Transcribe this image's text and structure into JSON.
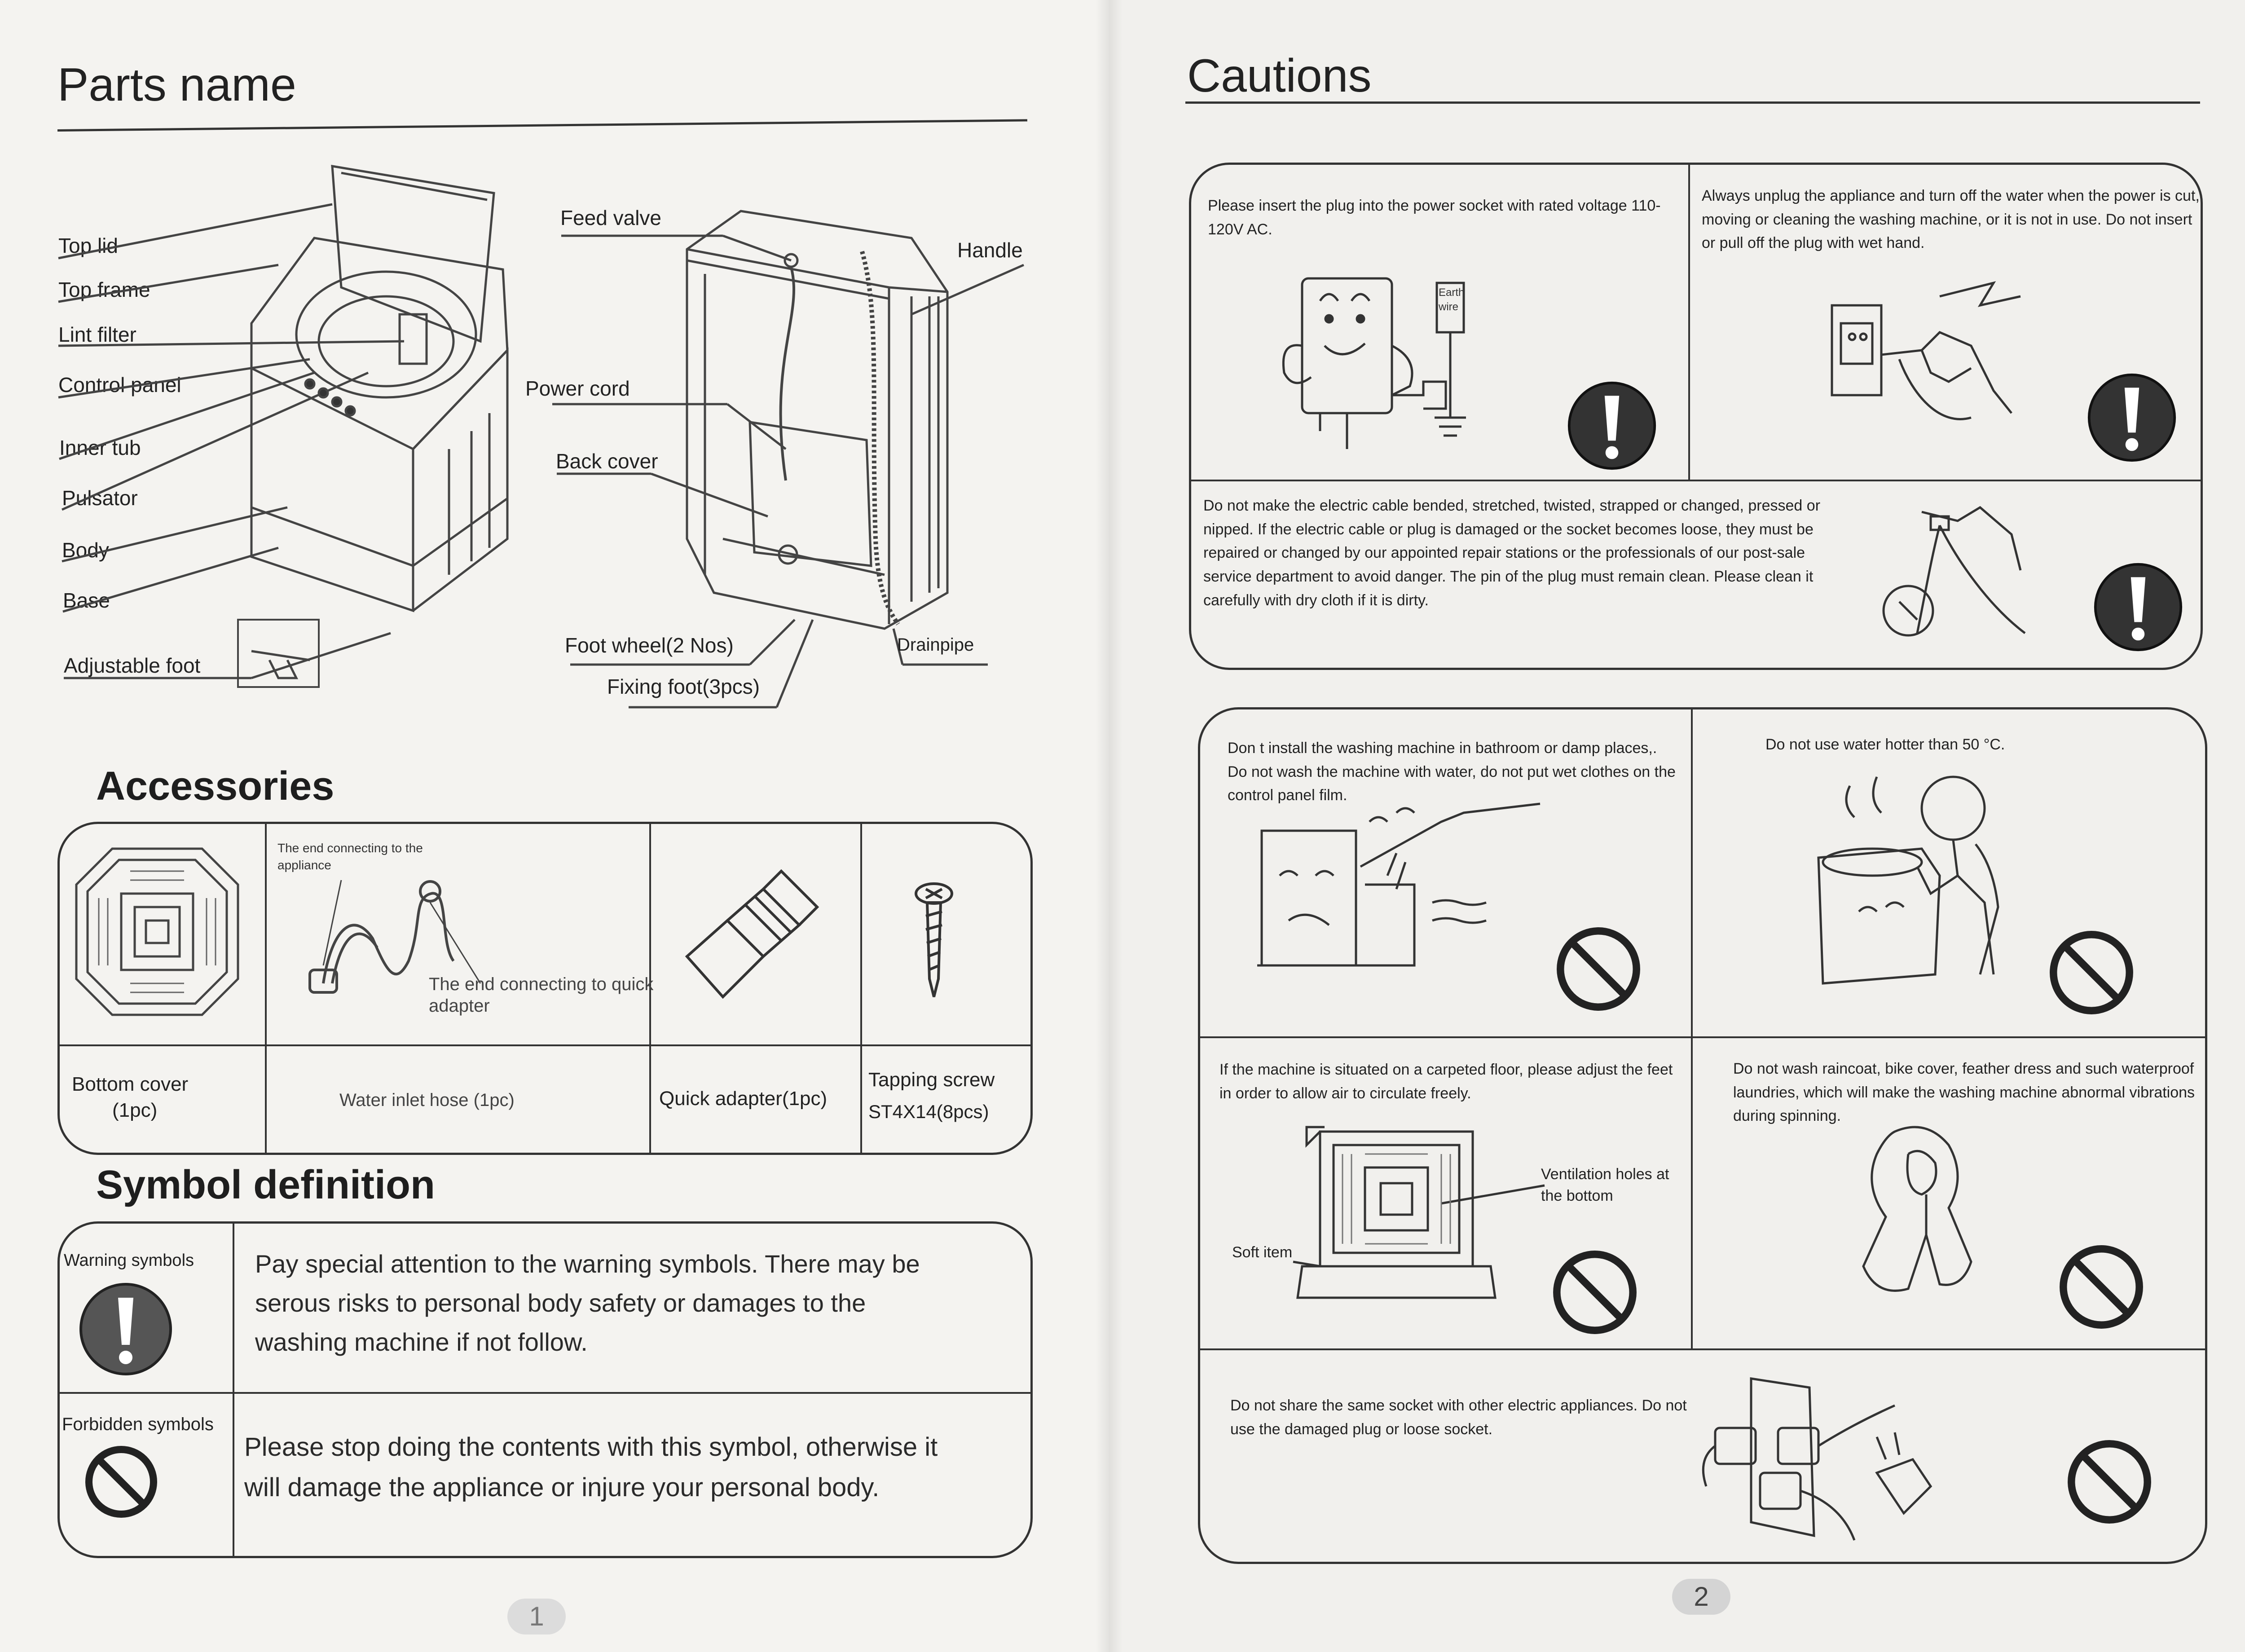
{
  "left_page": {
    "parts_heading": "Parts name",
    "parts_labels_left": [
      "Top lid",
      "Top frame",
      "Lint filter",
      "Control panel",
      "Inner tub",
      "Pulsator",
      "Body",
      "Base",
      "Adjustable foot"
    ],
    "parts_labels_right": {
      "feed_valve": "Feed valve",
      "handle": "Handle",
      "power_cord": "Power cord",
      "back_cover": "Back cover",
      "foot_wheel": "Foot wheel(2 Nos)",
      "drainpipe": "Drainpipe",
      "fixing_foot": "Fixing foot(3pcs)"
    },
    "accessories_heading": "Accessories",
    "accessories": {
      "hose_note_top": "The end connecting to the appliance",
      "hose_note_bottom": "The end connecting to quick adapter",
      "items": [
        {
          "name": "Bottom cover",
          "qty": "(1pc)"
        },
        {
          "name": "Water inlet hose (1pc)",
          "qty": ""
        },
        {
          "name": "Quick  adapter(1pc)",
          "qty": ""
        },
        {
          "name": "Tapping screw",
          "qty": "ST4X14(8pcs)"
        }
      ]
    },
    "symbol_heading": "Symbol definition",
    "symbols": {
      "warning_label": "Warning symbols",
      "warning_text": "Pay special attention to the warning symbols.  There  may  be serous risks to personal body safety or damages to the washing machine  if not follow.",
      "forbidden_label": "Forbidden symbols",
      "forbidden_text": "Please stop doing the contents with this symbol, otherwise it will damage the appliance or injure your personal body."
    },
    "page_number": "1"
  },
  "right_page": {
    "heading": "Cautions",
    "group1": {
      "c1": "Please insert the plug into the power socket with rated voltage 110-120V AC.",
      "c1_earth": "Earth wire",
      "c2": "Always unplug the appliance and turn off the water when the power is cut, moving or cleaning the washing machine, or it is not in use. Do not insert or pull off the plug with wet hand.",
      "c3": "Do not make the electric cable bended, stretched, twisted, strapped or changed, pressed or nipped. If the electric cable or plug is damaged or the socket becomes loose, they must be repaired or changed by our appointed repair stations or the professionals of our post-sale service department to avoid danger. The pin of the plug must remain clean. Please clean it carefully with dry  cloth if it is dirty."
    },
    "group2": {
      "c4": "Don t install the washing machine in bathroom or damp places,. Do not wash the machine with water, do not put wet clothes on the control panel film.",
      "c5": "Do not use water hotter than 50   °C.",
      "c6": "If the machine is situated on a carpeted floor, please adjust the feet in order to allow air to circulate freely.",
      "c6_vent": "Ventilation holes at the bottom",
      "c6_soft": "Soft item",
      "c7": "Do not wash raincoat, bike cover, feather dress and such waterproof laundries, which will make the washing machine abnormal vibrations during spinning.",
      "c8": "Do not share the same socket with other electric appliances. Do not use the damaged plug or loose socket."
    },
    "page_number": "2"
  }
}
